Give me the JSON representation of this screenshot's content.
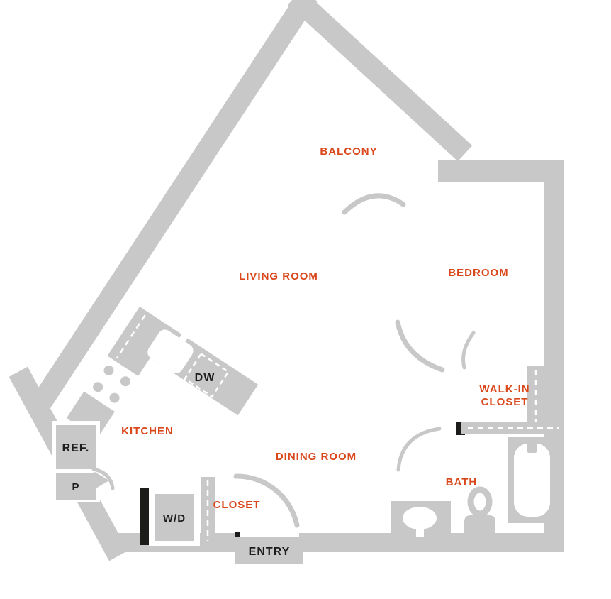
{
  "colors": {
    "wall_gray": "#c8c8c8",
    "label_orange": "#d9471a",
    "text_black": "#1c1c1a",
    "background": "#ffffff"
  },
  "rooms": {
    "balcony": {
      "label": "BALCONY"
    },
    "living_room": {
      "label": "LIVING ROOM"
    },
    "dining_room": {
      "label": "DINING ROOM"
    },
    "bedroom": {
      "label": "BEDROOM"
    },
    "walk_in_closet": {
      "label_line1": "WALK-IN",
      "label_line2": "CLOSET"
    },
    "kitchen": {
      "label": "KITCHEN"
    },
    "closet": {
      "label": "CLOSET"
    },
    "bath": {
      "label": "BATH"
    },
    "entry": {
      "label": "ENTRY"
    }
  },
  "appliances": {
    "dishwasher": {
      "label": "DW"
    },
    "refrigerator": {
      "label": "REF."
    },
    "pantry": {
      "label": "P"
    },
    "washer_dryer": {
      "label": "W/D"
    }
  }
}
